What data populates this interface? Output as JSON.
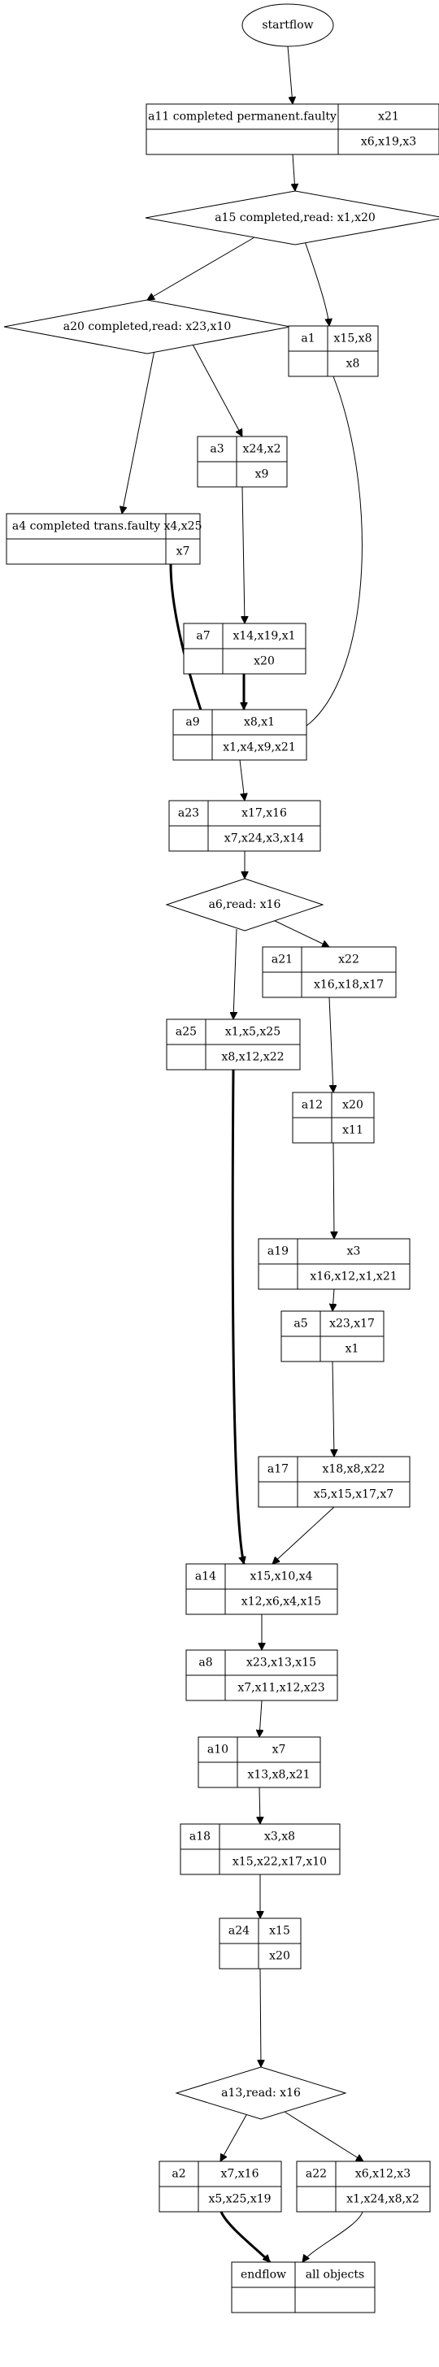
{
  "diagram": {
    "start": {
      "label": "startflow"
    },
    "decisions": {
      "a15": {
        "label": "a15 completed,read: x1,x20"
      },
      "a20": {
        "label": "a20 completed,read: x23,x10"
      },
      "a6": {
        "label": "a6,read: x16"
      },
      "a13": {
        "label": "a13,read: x16"
      }
    },
    "records": {
      "a11": {
        "id": "a11  completed permanent.faulty",
        "top": "x21",
        "bottom": "x6,x19,x3"
      },
      "a1": {
        "id": "a1",
        "top": "x15,x8",
        "bottom": "x8"
      },
      "a3": {
        "id": "a3",
        "top": "x24,x2",
        "bottom": "x9"
      },
      "a4": {
        "id": "a4  completed trans.faulty",
        "top": "x4,x25",
        "bottom": "x7"
      },
      "a7": {
        "id": "a7",
        "top": "x14,x19,x1",
        "bottom": "x20"
      },
      "a9": {
        "id": "a9",
        "top": "x8,x1",
        "bottom": "x1,x4,x9,x21"
      },
      "a23": {
        "id": "a23",
        "top": "x17,x16",
        "bottom": "x7,x24,x3,x14"
      },
      "a21": {
        "id": "a21",
        "top": "x22",
        "bottom": "x16,x18,x17"
      },
      "a25": {
        "id": "a25",
        "top": "x1,x5,x25",
        "bottom": "x8,x12,x22"
      },
      "a12": {
        "id": "a12",
        "top": "x20",
        "bottom": "x11"
      },
      "a19": {
        "id": "a19",
        "top": "x3",
        "bottom": "x16,x12,x1,x21"
      },
      "a5": {
        "id": "a5",
        "top": "x23,x17",
        "bottom": "x1"
      },
      "a17": {
        "id": "a17",
        "top": "x18,x8,x22",
        "bottom": "x5,x15,x17,x7"
      },
      "a14": {
        "id": "a14",
        "top": "x15,x10,x4",
        "bottom": "x12,x6,x4,x15"
      },
      "a8": {
        "id": "a8",
        "top": "x23,x13,x15",
        "bottom": "x7,x11,x12,x23"
      },
      "a10": {
        "id": "a10",
        "top": "x7",
        "bottom": "x13,x8,x21"
      },
      "a18": {
        "id": "a18",
        "top": "x3,x8",
        "bottom": "x15,x22,x17,x10"
      },
      "a24": {
        "id": "a24",
        "top": "x15",
        "bottom": "x20"
      },
      "a2": {
        "id": "a2",
        "top": "x7,x16",
        "bottom": "x5,x25,x19"
      },
      "a22": {
        "id": "a22",
        "top": "x6,x12,x3",
        "bottom": "x1,x24,x8,x2"
      },
      "end": {
        "id": "endflow",
        "top": "all objects",
        "bottom": ""
      }
    },
    "edges": [
      {
        "from": "start",
        "to": "a11",
        "bold": false
      },
      {
        "from": "a11",
        "to": "a15",
        "bold": false
      },
      {
        "from": "a15",
        "to": "a20",
        "bold": false
      },
      {
        "from": "a15",
        "to": "a1",
        "bold": false
      },
      {
        "from": "a20",
        "to": "a3",
        "bold": false
      },
      {
        "from": "a20",
        "to": "a4",
        "bold": false
      },
      {
        "from": "a3",
        "to": "a7",
        "bold": false
      },
      {
        "from": "a4",
        "to": "a9",
        "bold": true
      },
      {
        "from": "a7",
        "to": "a9",
        "bold": true
      },
      {
        "from": "a1",
        "to": "a9",
        "bold": false
      },
      {
        "from": "a9",
        "to": "a23",
        "bold": false
      },
      {
        "from": "a23",
        "to": "a6",
        "bold": false
      },
      {
        "from": "a6",
        "to": "a21",
        "bold": false
      },
      {
        "from": "a6",
        "to": "a25",
        "bold": false
      },
      {
        "from": "a21",
        "to": "a12",
        "bold": false
      },
      {
        "from": "a12",
        "to": "a19",
        "bold": false
      },
      {
        "from": "a19",
        "to": "a5",
        "bold": false
      },
      {
        "from": "a5",
        "to": "a17",
        "bold": false
      },
      {
        "from": "a25",
        "to": "a14",
        "bold": true
      },
      {
        "from": "a17",
        "to": "a14",
        "bold": false
      },
      {
        "from": "a14",
        "to": "a8",
        "bold": false
      },
      {
        "from": "a8",
        "to": "a10",
        "bold": false
      },
      {
        "from": "a10",
        "to": "a18",
        "bold": false
      },
      {
        "from": "a18",
        "to": "a24",
        "bold": false
      },
      {
        "from": "a24",
        "to": "a13",
        "bold": false
      },
      {
        "from": "a13",
        "to": "a2",
        "bold": false
      },
      {
        "from": "a13",
        "to": "a22",
        "bold": false
      },
      {
        "from": "a2",
        "to": "end",
        "bold": true
      },
      {
        "from": "a22",
        "to": "end",
        "bold": false
      }
    ]
  }
}
